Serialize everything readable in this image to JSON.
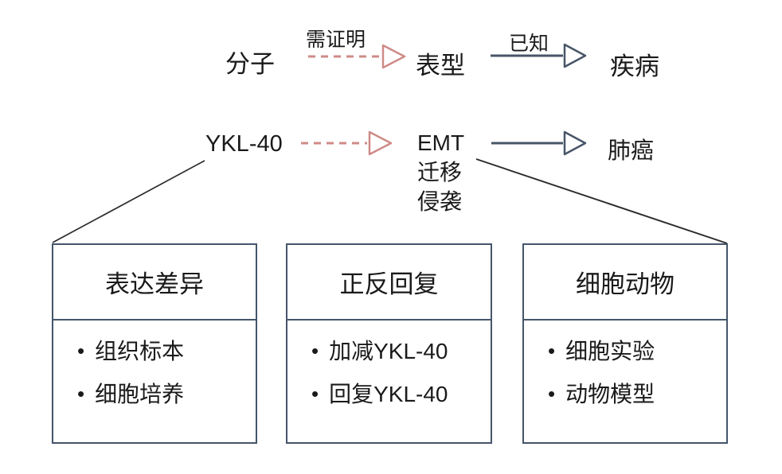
{
  "colors": {
    "unproven_arrow_pink": "#cf8b87",
    "known_arrow_blue": "#485568",
    "box_border_blue": "#45556b",
    "connector_black": "#2b2b2b",
    "text_black": "#1a1a1a"
  },
  "concept_row": {
    "molecule": "分子",
    "to_prove_label": "需证明",
    "phenotype": "表型",
    "known_label": "已知",
    "disease": "疾病"
  },
  "instance_row": {
    "molecule": "YKL-40",
    "phenotype_lines": [
      "EMT",
      "迁移",
      "侵袭"
    ],
    "disease": "肺癌"
  },
  "boxes": [
    {
      "title": "表达差异",
      "items": [
        "组织标本",
        "细胞培养"
      ]
    },
    {
      "title": "正反回复",
      "items": [
        "加减YKL-40",
        "回复YKL-40"
      ]
    },
    {
      "title": "细胞动物",
      "items": [
        "细胞实验",
        "动物模型"
      ]
    }
  ]
}
